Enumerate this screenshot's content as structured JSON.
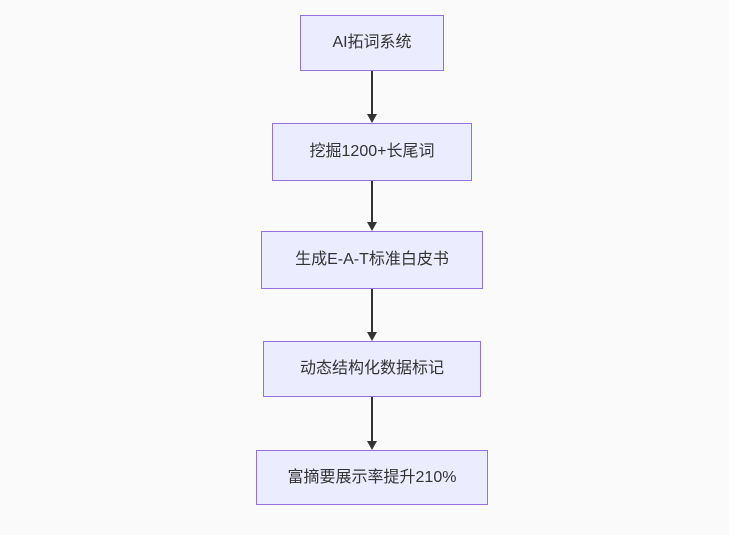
{
  "diagram": {
    "type": "flowchart",
    "direction": "top-down",
    "colors": {
      "background": "#fafafa",
      "node_fill": "#ececff",
      "node_border": "#9370db",
      "node_text": "#333333",
      "arrow": "#333333"
    },
    "nodes": [
      {
        "id": "A",
        "label": "AI拓词系统"
      },
      {
        "id": "B",
        "label": "挖掘1200+长尾词"
      },
      {
        "id": "C",
        "label": "生成E-A-T标准白皮书"
      },
      {
        "id": "D",
        "label": "动态结构化数据标记"
      },
      {
        "id": "E",
        "label": "富摘要展示率提升210%"
      }
    ],
    "edges": [
      {
        "from": "A",
        "to": "B"
      },
      {
        "from": "B",
        "to": "C"
      },
      {
        "from": "C",
        "to": "D"
      },
      {
        "from": "D",
        "to": "E"
      }
    ]
  }
}
